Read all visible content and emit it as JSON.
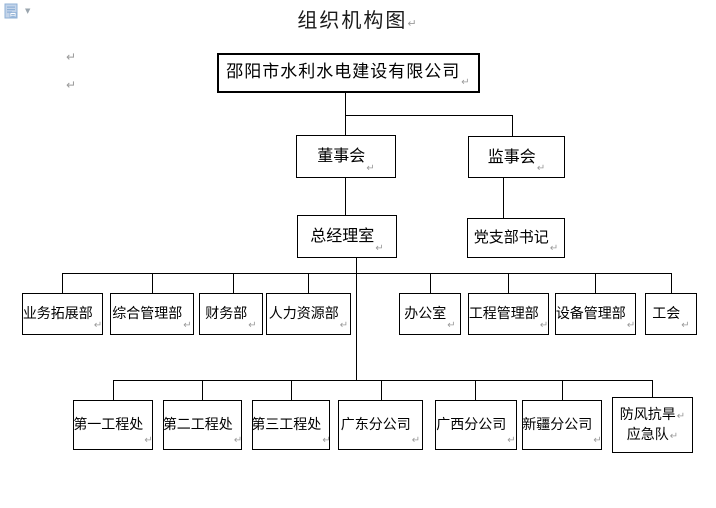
{
  "toolbar": {
    "floating_button_icon": "page-icon",
    "dropdown_glyph": "▼"
  },
  "document": {
    "title": "组织机构图",
    "pilcrow": "↵"
  },
  "org_chart": {
    "root": "邵阳市水利水电建设有限公司",
    "level2": [
      "董事会",
      "监事会"
    ],
    "level3": [
      "总经理室",
      "党支部书记"
    ],
    "level4": [
      "业务拓展部",
      "综合管理部",
      "财务部",
      "人力资源部",
      "办公室",
      "工程管理部",
      "设备管理部",
      "工会"
    ],
    "level5": [
      "第一工程处",
      "第二工程处",
      "第三工程处",
      "广东分公司",
      "广西分公司",
      "新疆分公司"
    ],
    "level5_multiline": {
      "line1": "防风抗旱",
      "line2": "应急队"
    }
  },
  "colors": {
    "line": "#000000",
    "pilcrow_gray": "#9b9b9b",
    "icon_blue_fill": "#c3d4e9",
    "icon_blue_stroke": "#8fb0d6"
  }
}
